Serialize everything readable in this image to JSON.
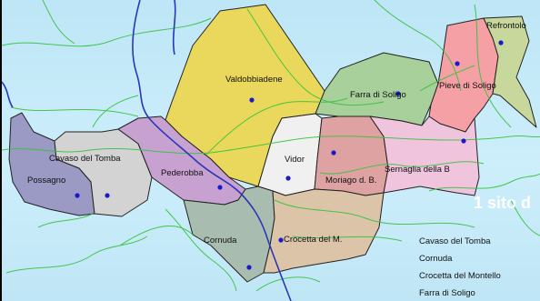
{
  "map": {
    "colors": {
      "background": "#c4e9f8",
      "river": "#2b36b8",
      "stream": "#35c23c",
      "dot": "#1a1acc",
      "border": "#222222"
    },
    "municipalities": [
      {
        "id": "possagno",
        "label": "Possagno",
        "color": "#9a9ac4"
      },
      {
        "id": "cavaso",
        "label": "Cavaso del Tomba",
        "color": "#d3d3d3"
      },
      {
        "id": "pederobba",
        "label": "Pederobba",
        "color": "#c7a2d0"
      },
      {
        "id": "valdobbiadene",
        "label": "Valdobbiadene",
        "color": "#ead85c"
      },
      {
        "id": "farra",
        "label": "Farra di Soligo",
        "color": "#a7d09a"
      },
      {
        "id": "pieve",
        "label": "Pieve di Soligo",
        "color": "#f5a0a4"
      },
      {
        "id": "refrontolo",
        "label": "Refrontolo",
        "color": "#c8d89c"
      },
      {
        "id": "vidor",
        "label": "Vidor",
        "color": "#f0f0f0"
      },
      {
        "id": "moriago",
        "label": "Moriago d. B.",
        "color": "#dea2a2"
      },
      {
        "id": "sernaglia",
        "label": "Sernaglia della B",
        "color": "#f0c4dc"
      },
      {
        "id": "cornuda",
        "label": "Cornuda",
        "color": "#a8bdb0"
      },
      {
        "id": "crocetta",
        "label": "Crocetta del M.",
        "color": "#dcc4a8"
      }
    ],
    "banner": "1 sito d"
  },
  "legend": {
    "items": [
      "Cavaso del Tomba",
      "Cornuda",
      "Crocetta del Montello",
      "Farra di Soligo"
    ]
  }
}
